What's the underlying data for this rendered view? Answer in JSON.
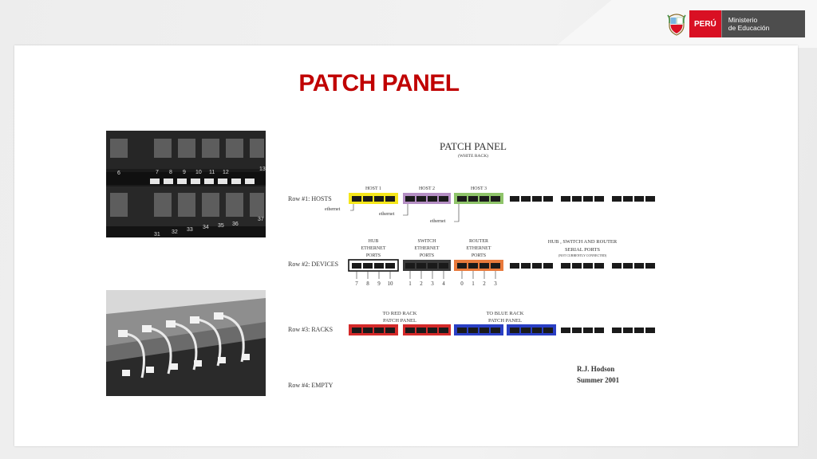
{
  "brand": {
    "country": "PERÚ",
    "ministry_line1": "Ministerio",
    "ministry_line2": "de Educación",
    "colors": {
      "red": "#d91023",
      "gray": "#4d4d4d"
    }
  },
  "slide": {
    "title": "PATCH PANEL",
    "title_color": "#c00000"
  },
  "diagram": {
    "title": "PATCH PANEL",
    "subtitle": "(WHITE RACK)",
    "rows": [
      {
        "label": "Row #1:  HOSTS"
      },
      {
        "label": "Row #2:  DEVICES"
      },
      {
        "label": "Row #3:  RACKS"
      },
      {
        "label": "Row #4:  EMPTY"
      }
    ],
    "hosts": [
      {
        "label": "HOST  1",
        "color": "#f5e61a"
      },
      {
        "label": "HOST  2",
        "color": "#b58fc4"
      },
      {
        "label": "HOST  3",
        "color": "#8fc46a"
      }
    ],
    "ethernet_labels": [
      "ethernet",
      "ethernet",
      "ethernet"
    ],
    "devices": {
      "hub": [
        "HUB",
        "ETHERNET",
        "PORTS"
      ],
      "switch": [
        "SWITCH",
        "ETHERNET",
        "PORTS"
      ],
      "router": [
        "ROUTER",
        "ETHERNET",
        "PORTS"
      ],
      "serial": [
        "HUB ,  SWITCH  AND ROUTER",
        "SERIAL PORTS",
        "(NOT  CURRENTLY  CONNECTED)"
      ],
      "hub_ports": [
        "7",
        "8",
        "9",
        "10"
      ],
      "switch_ports": [
        "1",
        "2",
        "3",
        "4"
      ],
      "router_ports": [
        "0",
        "1",
        "2",
        "3"
      ],
      "router_color": "#e87a3c"
    },
    "racks": {
      "red": [
        "TO  RED  RACK",
        "PATCH  PANEL"
      ],
      "blue": [
        "TO  BLUE  RACK",
        "PATCH  PANEL"
      ],
      "red_color": "#d42a2a",
      "blue_color": "#2a3fc4"
    },
    "author": "R.J. Hodson",
    "date": "Summer  2001"
  },
  "photos": [
    {
      "name": "patch-panel-closeup-photo",
      "port_numbers": [
        "6",
        "7",
        "8",
        "9",
        "10",
        "11",
        "12",
        "13",
        "31",
        "32",
        "33",
        "34",
        "35",
        "36",
        "37"
      ]
    },
    {
      "name": "patch-cables-photo"
    }
  ]
}
